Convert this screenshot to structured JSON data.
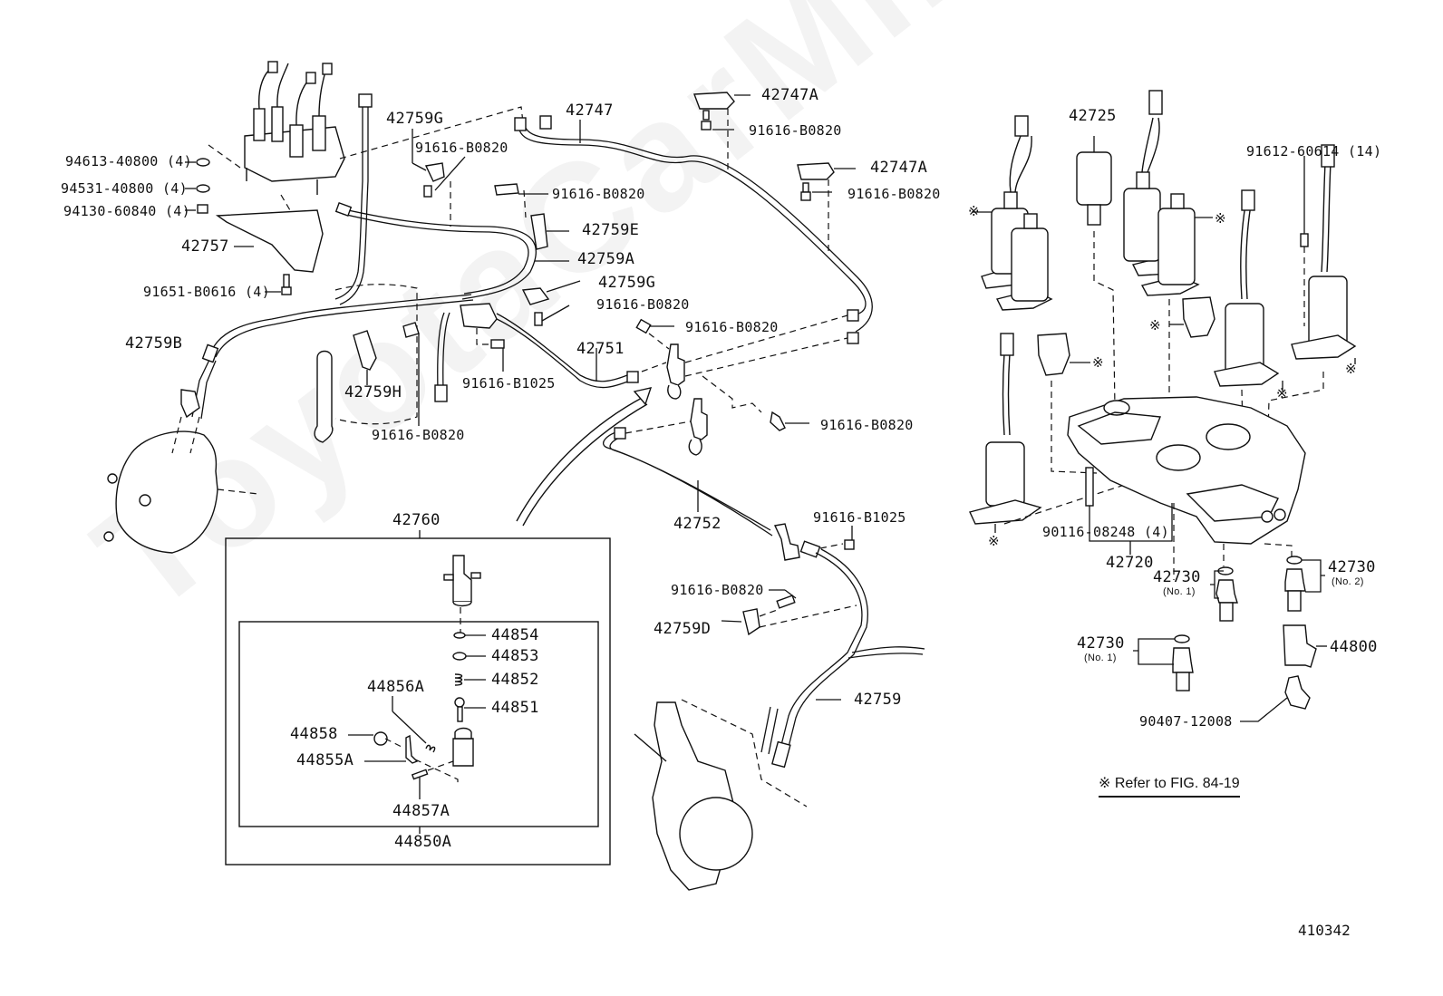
{
  "diagram": {
    "title_ref": "410342",
    "watermark": "ToyotaCarMirror.ru",
    "note": "※ Refer to FIG. 84-19",
    "asterisk_symbol": "※",
    "labels": {
      "p94613": "94613-40800 (4)",
      "p94531": "94531-40800 (4)",
      "p94130": "94130-60840 (4)",
      "p42757": "42757",
      "p91651": "91651-B0616 (4)",
      "p42759B": "42759B",
      "p42759H": "42759H",
      "p91616_h": "91616-B0820",
      "p42759G_top": "42759G",
      "p91616_g": "91616-B0820",
      "p42747": "42747",
      "p91616_e": "91616-B0820",
      "p42759E": "42759E",
      "p42759A": "42759A",
      "p42759G_mid": "42759G",
      "p91616_gmid": "91616-B0820",
      "p91616_b1025_a": "91616-B1025",
      "p42751": "42751",
      "p91616_v1": "91616-B0820",
      "p42747A_1": "42747A",
      "p91616_a1": "91616-B0820",
      "p42747A_2": "42747A",
      "p91616_a2": "91616-B0820",
      "p91616_v2": "91616-B0820",
      "p42752": "42752",
      "p91616_b1025_b": "91616-B1025",
      "p91616_d": "91616-B0820",
      "p42759D": "42759D",
      "p42759": "42759",
      "p42760": "42760",
      "p44854": "44854",
      "p44853": "44853",
      "p44852": "44852",
      "p44851": "44851",
      "p44856A": "44856A",
      "p44858": "44858",
      "p44855A": "44855A",
      "p44857A": "44857A",
      "p44850A": "44850A",
      "p42725": "42725",
      "p91612": "91612-60614 (14)",
      "p90116": "90116-08248 (4)",
      "p42720": "42720",
      "p42730_n1a": "42730",
      "p42730_n1a_sub": "(No. 1)",
      "p42730_n2": "42730",
      "p42730_n2_sub": "(No. 2)",
      "p42730_n1b": "42730",
      "p42730_n1b_sub": "(No. 1)",
      "p44800": "44800",
      "p90407": "90407-12008"
    }
  }
}
